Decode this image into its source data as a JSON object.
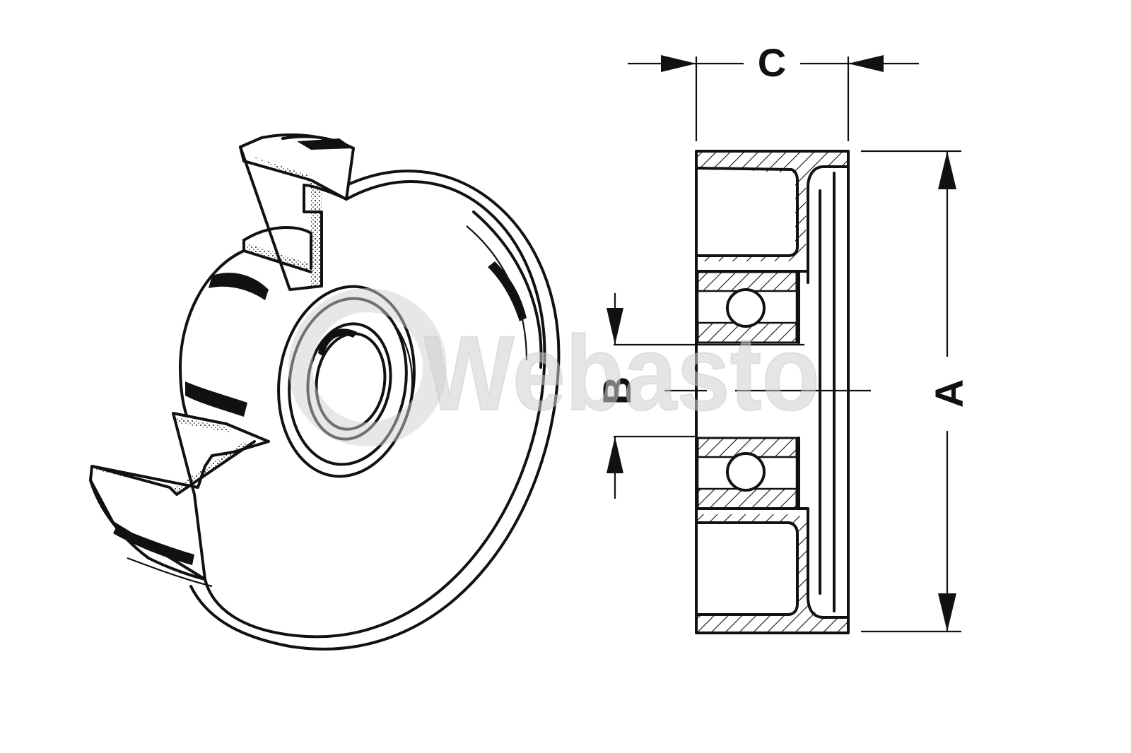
{
  "figure": {
    "dimension_labels": {
      "outer_diameter": "A",
      "bore_diameter": "B",
      "width": "C"
    },
    "watermark": "Webasto"
  },
  "colors": {
    "line": "#111111",
    "background": "#ffffff",
    "watermark": "#cfcfcf"
  }
}
